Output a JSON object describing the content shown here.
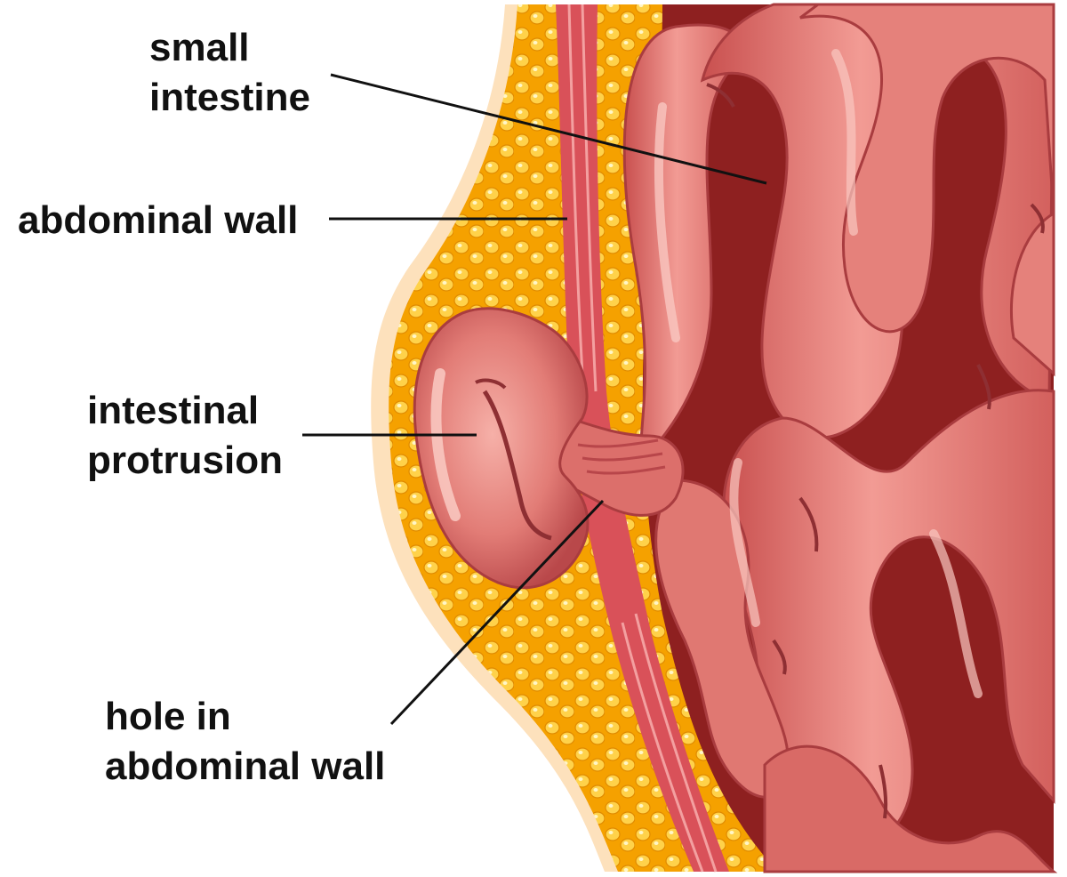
{
  "labels": {
    "small_intestine": [
      "small",
      "intestine"
    ],
    "abdominal_wall": [
      "abdominal wall"
    ],
    "intestinal_protrusion": [
      "intestinal",
      "protrusion"
    ],
    "hole_in_abdominal_wall": [
      "hole in",
      "abdominal wall"
    ]
  },
  "colors": {
    "fat_layer": "#f7a600",
    "fat_globule": "#ffd84a",
    "skin": "#fde3bf",
    "muscle": "#d9505a",
    "intestine": "#de6f6c",
    "intestine_shadow": "#b8464a",
    "intestine_highlight": "#f4a6a0",
    "cavity": "#8e2020",
    "leader_line": "#111111"
  }
}
